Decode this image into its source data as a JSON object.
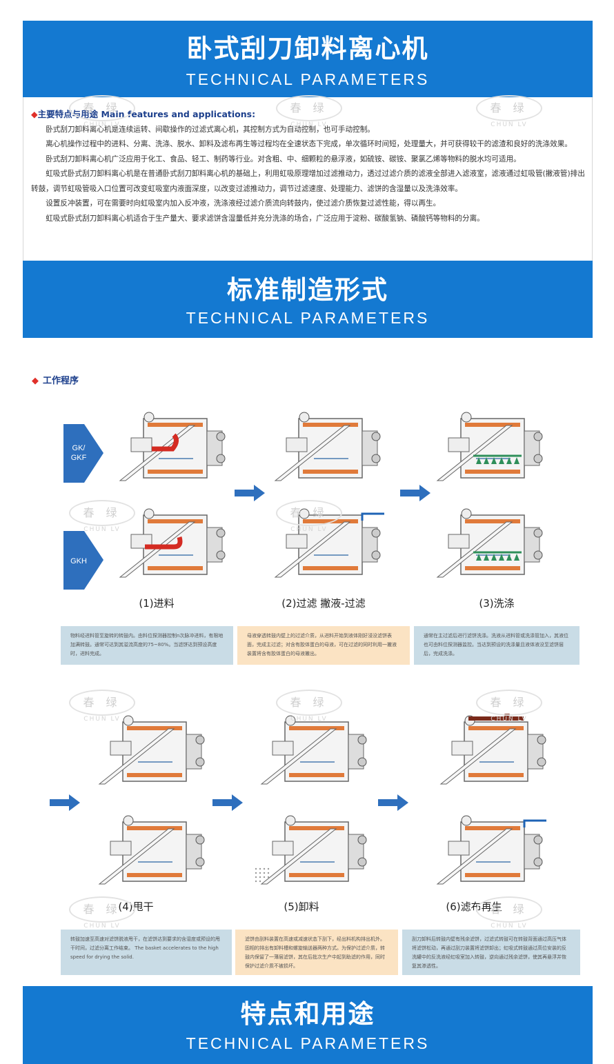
{
  "banners": [
    {
      "cn": "卧式刮刀卸料离心机",
      "en": "TECHNICAL PARAMETERS"
    },
    {
      "cn": "标准制造形式",
      "en": "TECHNICAL PARAMETERS"
    },
    {
      "cn": "特点和用途",
      "en": "TECHNICAL PARAMETERS"
    }
  ],
  "intro": {
    "heading": "主要特点与用途 Main features and applications:",
    "paragraphs": [
      "卧式刮刀卸料离心机是连续运转、间歇操作的过滤式离心机，其控制方式为自动控制，也可手动控制。",
      "离心机操作过程中的进料、分离、洗涤、脱水、卸料及滤布再生等过程均在全速状态下完成，单次循环时间短，处理量大，并可获得较干的滤渣和良好的洗涤效果。",
      "卧式刮刀卸料离心机广泛应用于化工、食品、轻工、制药等行业。对含粗、中、细颗粒的悬浮液，如硫铵、碳铵、聚氯乙烯等物料的脱水均可适用。",
      "虹吸式卧式刮刀卸料离心机是在普通卧式刮刀卸料离心机的基础上，利用虹吸原理增加过滤推动力，透过过滤介质的滤液全部进入滤液室，滤液通过虹吸管(撇液管)排出转鼓，调节虹吸管吸入口位置可改变虹吸室内液面深度，以改变过滤推动力，调节过滤速度、处理能力、滤饼的含湿量以及洗涤效率。",
      "设置反冲装置，可在需要时向虹吸室内加入反冲液，洗涤液经过滤介质流向转鼓内，使过滤介质恢复过滤性能，得以再生。",
      "虹吸式卧式刮刀卸料离心机适合于生产量大、要求滤饼含湿量低并充分洗涤的场合，广泛应用于淀粉、碳酸氢钠、磷酸钙等物料的分离。"
    ]
  },
  "watermark": {
    "cn": "春 绿",
    "en": "CHUN LV"
  },
  "process": {
    "title": "工作程序",
    "side_labels": [
      "GK/\nGKF",
      "GKH"
    ],
    "steps": [
      {
        "caption": "(1)进料",
        "note": "物料经进料管至旋转的转鼓内。由料位探测器控制n次脉冲进料，有限地加满转鼓。通常可达到其溢流高度的75~80%。当滤饼达到预设高度时，进料完成。"
      },
      {
        "caption": "(2)过滤 撇液-过滤",
        "note": "母液穿透转鼓内壁上的过滤介质，从进料开始到液体刚好浸没滤饼表面，完成主过滤；对含有胶体蛋白的母液，可在过滤的同时利用一撇液装置将含有胶体蛋白的母液撇出。"
      },
      {
        "caption": "(3)洗涤",
        "note": "通常在主过滤后进行滤饼洗涤。洗液从进料管或洗涤管加入，其液位也可由料位探测器监控。当达到预设的洗涤量且液体液没至滤饼层后，完成洗涤。"
      },
      {
        "caption": "(4)甩干",
        "note": "转鼓加速至高速对滤饼脱液甩干，在滤饼达到要求的含湿度或预设的甩干时间，过滤分离工作结束。 The basket accelerates to the high speed for drying the solid."
      },
      {
        "caption": "(5)卸料",
        "note": "滤饼由刮料装置在高速或减速状态下刮下，经出料机构排出机外。固相的排出有卸料槽和螺旋输送器两种方式。为保护过滤介质，转鼓内保留了一薄层滤饼，其在后批次生产中起到助滤的作用，同时保护过滤介质不被损坏。"
      },
      {
        "caption": "(6)滤布再生",
        "note": "刮刀卸料后转鼓内壁有残余滤饼，过滤式转鼓可在转鼓背面通过高压气体将滤饼松动，再通过刮刀装置将滤饼卸出；虹吸式转鼓通过高位安装的反洗罐中的反洗液经虹吸室加入转鼓，逆向通过残余滤饼，使其再悬浮并恢复其渗透性。"
      }
    ]
  },
  "colors": {
    "banner": "#1479d1",
    "note_blue": "#c9dce6",
    "note_peach": "#fbe3c3",
    "arrow": "#2e6fbd",
    "heading": "#1c3f8c",
    "accent_red": "#e0302a"
  }
}
